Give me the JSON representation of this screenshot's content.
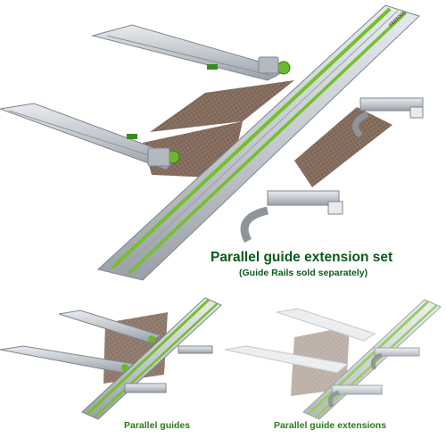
{
  "photo": {
    "brand_mark": "FESTOOL",
    "colors": {
      "rail_aluminum": "#c9ced3",
      "rail_green": "#76bf2a",
      "caption_green": "#0a5a1c",
      "caption_light_green": "#2a7a1a",
      "wood": "#8c7362"
    }
  },
  "captions": {
    "title": "Parallel guide extension set",
    "subtitle": "(Guide Rails sold separately)",
    "left_label": "Parallel guides",
    "right_label": "Parallel guide extensions"
  }
}
